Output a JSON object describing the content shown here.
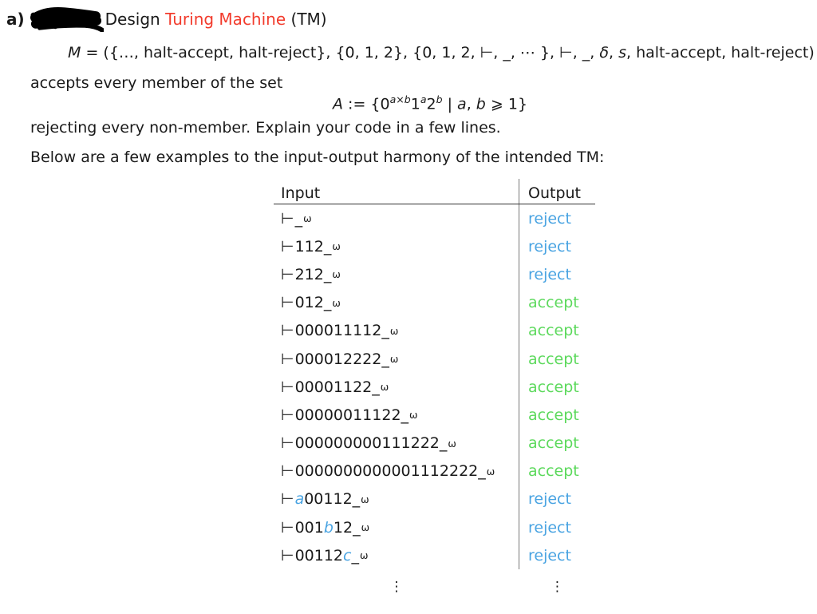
{
  "colors": {
    "text": "#1a1a1a",
    "highlight_red": "#f23b2c",
    "reject_blue": "#4aa4e2",
    "accept_green": "#5cd95c",
    "rule_dark": "#333333",
    "rule_gray": "#777777"
  },
  "heading": {
    "item_label": "a)",
    "pre_highlight": "Design ",
    "highlight": "Turing Machine",
    "post_highlight": " (TM)"
  },
  "definition_line": {
    "segments": [
      {
        "t": "M",
        "i": true
      },
      {
        "t": " = ({…, halt-accept, halt-reject}, {0, 1, 2}, {0, 1, 2, ⊢, _, ⋯ }, ⊢, _, "
      },
      {
        "t": "δ",
        "i": true
      },
      {
        "t": ", "
      },
      {
        "t": "s",
        "i": true
      },
      {
        "t": ", halt-accept, halt-reject)"
      }
    ]
  },
  "accepts_line": "accepts every member of the set",
  "set_line": {
    "segments": [
      {
        "t": "A",
        "i": true
      },
      {
        "t": " := {0"
      },
      {
        "t": "a×b",
        "i": true,
        "sup": true
      },
      {
        "t": "1"
      },
      {
        "t": "a",
        "i": true,
        "sup": true
      },
      {
        "t": "2"
      },
      {
        "t": "b",
        "i": true,
        "sup": true
      },
      {
        "t": " | "
      },
      {
        "t": "a",
        "i": true
      },
      {
        "t": ", "
      },
      {
        "t": "b",
        "i": true
      },
      {
        "t": " ⩾ 1}"
      }
    ]
  },
  "reject_line": "rejecting every non-member. Explain your code in a few lines.",
  "examples_line": "Below are a few examples to the input-output harmony of the intended TM:",
  "table": {
    "headers": [
      "Input",
      "Output"
    ],
    "input_prefix": "⊢",
    "blank_symbol": "_",
    "omega": "ω",
    "ellipsis": "⋮",
    "rows": [
      {
        "body": [],
        "output": "reject"
      },
      {
        "body": [
          {
            "t": "112"
          }
        ],
        "output": "reject"
      },
      {
        "body": [
          {
            "t": "212"
          }
        ],
        "output": "reject"
      },
      {
        "body": [
          {
            "t": "012"
          }
        ],
        "output": "accept"
      },
      {
        "body": [
          {
            "t": "000011112"
          }
        ],
        "output": "accept"
      },
      {
        "body": [
          {
            "t": "000012222"
          }
        ],
        "output": "accept"
      },
      {
        "body": [
          {
            "t": "00001122"
          }
        ],
        "output": "accept"
      },
      {
        "body": [
          {
            "t": "00000011122"
          }
        ],
        "output": "accept"
      },
      {
        "body": [
          {
            "t": "000000000111222"
          }
        ],
        "output": "accept"
      },
      {
        "body": [
          {
            "t": "0000000000001112222"
          }
        ],
        "output": "accept"
      },
      {
        "body": [
          {
            "t": "a",
            "c": true
          },
          {
            "t": "00112"
          }
        ],
        "output": "reject"
      },
      {
        "body": [
          {
            "t": "001"
          },
          {
            "t": "b",
            "c": true
          },
          {
            "t": "12"
          }
        ],
        "output": "reject"
      },
      {
        "body": [
          {
            "t": "00112"
          },
          {
            "t": "c",
            "c": true
          }
        ],
        "output": "reject"
      }
    ]
  }
}
